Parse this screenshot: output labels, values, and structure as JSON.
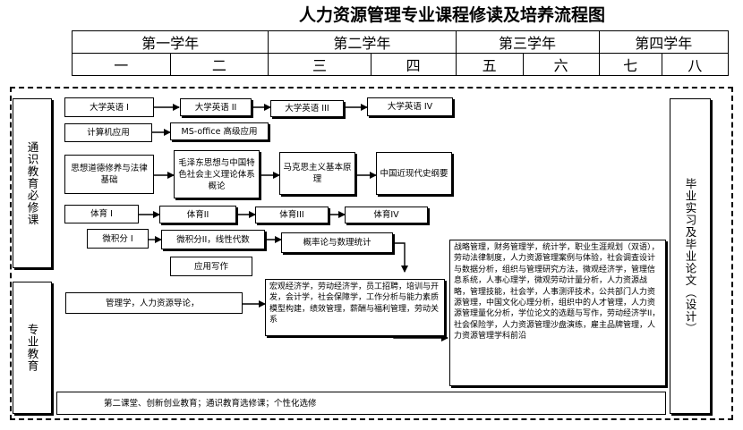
{
  "title": "人力资源管理专业课程修读及培养流程图",
  "years": {
    "headers": [
      "第一学年",
      "第二学年",
      "第三学年",
      "第四学年"
    ],
    "semesters": [
      "一",
      "二",
      "三",
      "四",
      "五",
      "六",
      "七",
      "八"
    ]
  },
  "side_labels": {
    "general": "通识教育必修课",
    "major": "专业教育",
    "graduation": "毕业实习及毕业论文（设计）"
  },
  "courses": {
    "english1": "大学英语 I",
    "english2": "大学英语 II",
    "english3": "大学英语 III",
    "english4": "大学英语 IV",
    "computer": "计算机应用",
    "msoffice": "MS-office 高级应用",
    "ethics": "思想道德修养与法律基础",
    "mao": "毛泽东思想与中国特色社会主义理论体系概论",
    "marx": "马克思主义基本原理",
    "history": "中国近现代史纲要",
    "pe1": "体育 I",
    "pe2": "体育II",
    "pe3": "体育III",
    "pe4": "体育IV",
    "calc1": "微积分 I",
    "calc2": "微积分II，线性代数",
    "prob": "概率论与数理统计",
    "writing": "应用写作",
    "mgmt_intro": "管理学，人力资源导论，",
    "core": "宏观经济学，劳动经济学，员工招聘，培训与开发，会计学，社会保障学，工作分析与能力素质模型构建，绩效管理，薪酬与福利管理，劳动关系",
    "advanced": "战略管理，财务管理学，统计学，职业生涯规划（双语），劳动法律制度，人力资源管理案例与体验，社会调查设计与数据分析，组织与管理研究方法，微观经济学，管理信息系统，人事心理学，微观劳动计量分析，人力资源战略，管理技能，社会学，人事测评技术，公共部门人力资源管理，中国文化心理分析，组织中的人才管理，人力资源管理量化分析，学位论文的选题与写作，劳动经济学II，社会保险学，人力资源管理沙盘演练，雇主品牌管理，人力资源管理学科前沿"
  },
  "footer": "第二课堂、创新创业教育；通识教育选修课；个性化选修"
}
